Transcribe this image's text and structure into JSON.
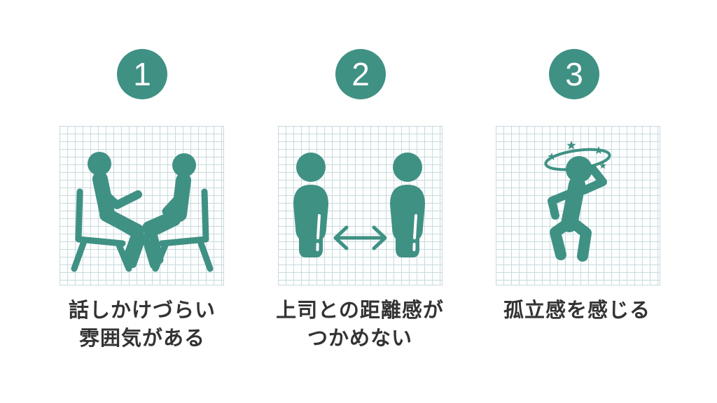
{
  "infographic": {
    "language": "ja",
    "steps": [
      {
        "number": "1",
        "icon": "seated-conversation-icon",
        "icon_description": "two people sitting on chairs facing each other, one gesturing while talking",
        "caption_line1": "話しかけづらい",
        "caption_line2": "雰囲気がある"
      },
      {
        "number": "2",
        "icon": "distance-between-people-icon",
        "icon_description": "two standing figures separated by a horizontal double-headed arrow",
        "caption_line1": "上司との距離感が",
        "caption_line2": "つかめない"
      },
      {
        "number": "3",
        "icon": "dizzy-person-icon",
        "icon_description": "staggering person holding head with stars circling above",
        "caption_line1": "孤立感を感じる",
        "caption_line2": ""
      }
    ]
  },
  "colors": {
    "accent_teal": "#3F9184",
    "grid_line": "#C9DADD",
    "grid_background": "#FDFEFE",
    "page_background": "#FFFFFF",
    "caption_text": "#333333",
    "badge_number_text": "#FFFFFF"
  }
}
